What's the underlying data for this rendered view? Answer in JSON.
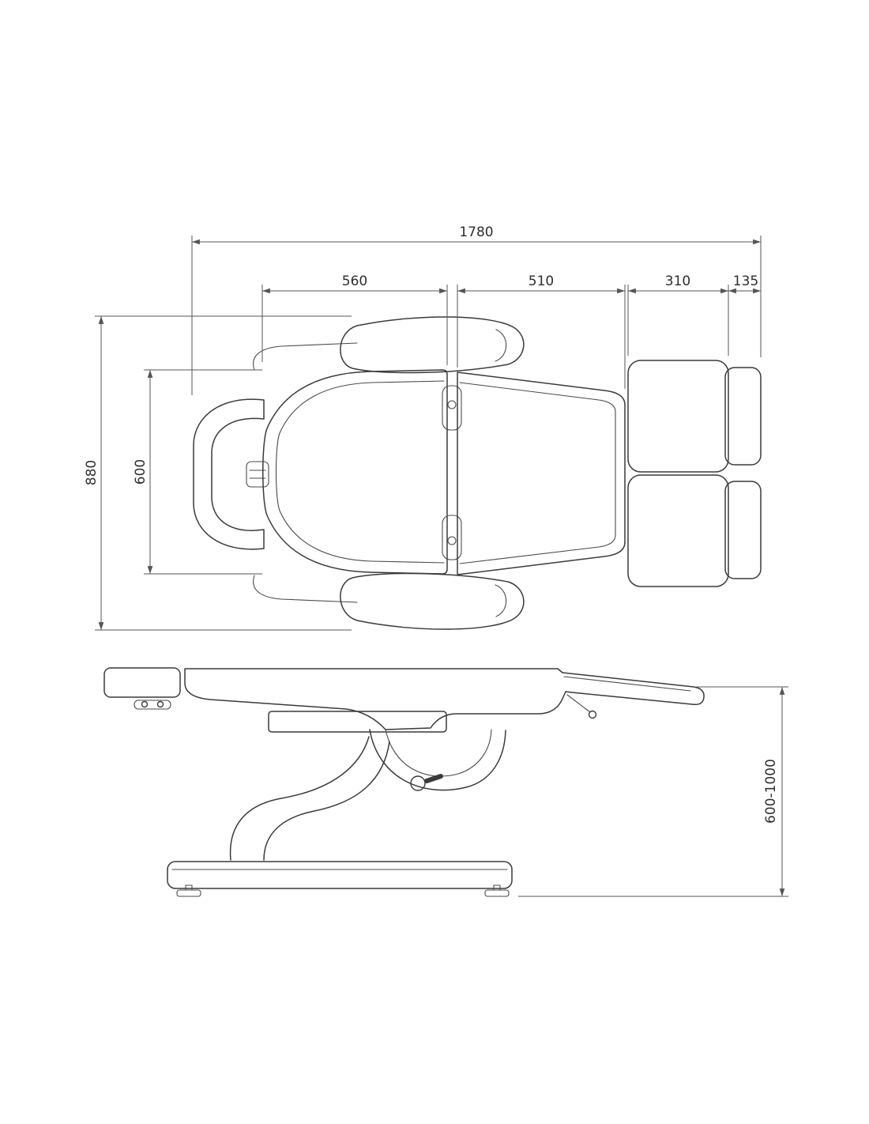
{
  "dimensions": {
    "overall_length": "1780",
    "backrest_section": "560",
    "seat_section": "510",
    "leg_section": "310",
    "foot_section": "135",
    "overall_width": "880",
    "inner_width": "600",
    "height_range": "600-1000"
  }
}
